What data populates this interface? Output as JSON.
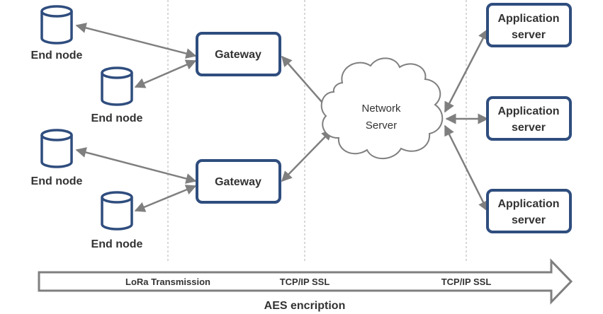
{
  "end_nodes": [
    {
      "label": "End node"
    },
    {
      "label": "End node"
    },
    {
      "label": "End node"
    },
    {
      "label": "End node"
    }
  ],
  "gateways": [
    {
      "label": "Gateway"
    },
    {
      "label": "Gateway"
    }
  ],
  "network_server": {
    "line1": "Network",
    "line2": "Server"
  },
  "application_servers": [
    {
      "line1": "Application",
      "line2": "server"
    },
    {
      "line1": "Application",
      "line2": "server"
    },
    {
      "line1": "Application",
      "line2": "server"
    }
  ],
  "bottom_arrow": {
    "segments": [
      "LoRa Transmission",
      "TCP/IP SSL",
      "TCP/IP SSL"
    ],
    "caption": "AES encription"
  },
  "colors": {
    "box_stroke": "#2f4d7e",
    "arrow": "#7f7f7f",
    "text": "#333333"
  }
}
